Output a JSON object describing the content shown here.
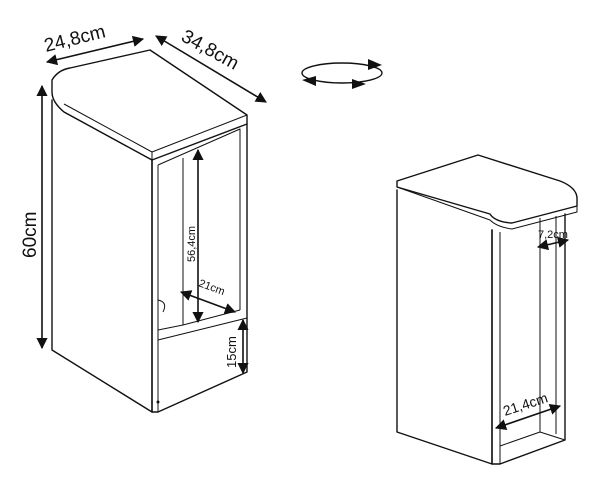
{
  "labels": {
    "top_depth": "24,8cm",
    "top_width": "34,8cm",
    "height": "60cm",
    "inner_height": "56,4cm",
    "inner_width": "21cm",
    "base_height": "15cm",
    "side_gap": "7,2cm",
    "opening_width": "21,4cm"
  },
  "icons": {
    "rotate": "rotate-arrows-icon"
  }
}
